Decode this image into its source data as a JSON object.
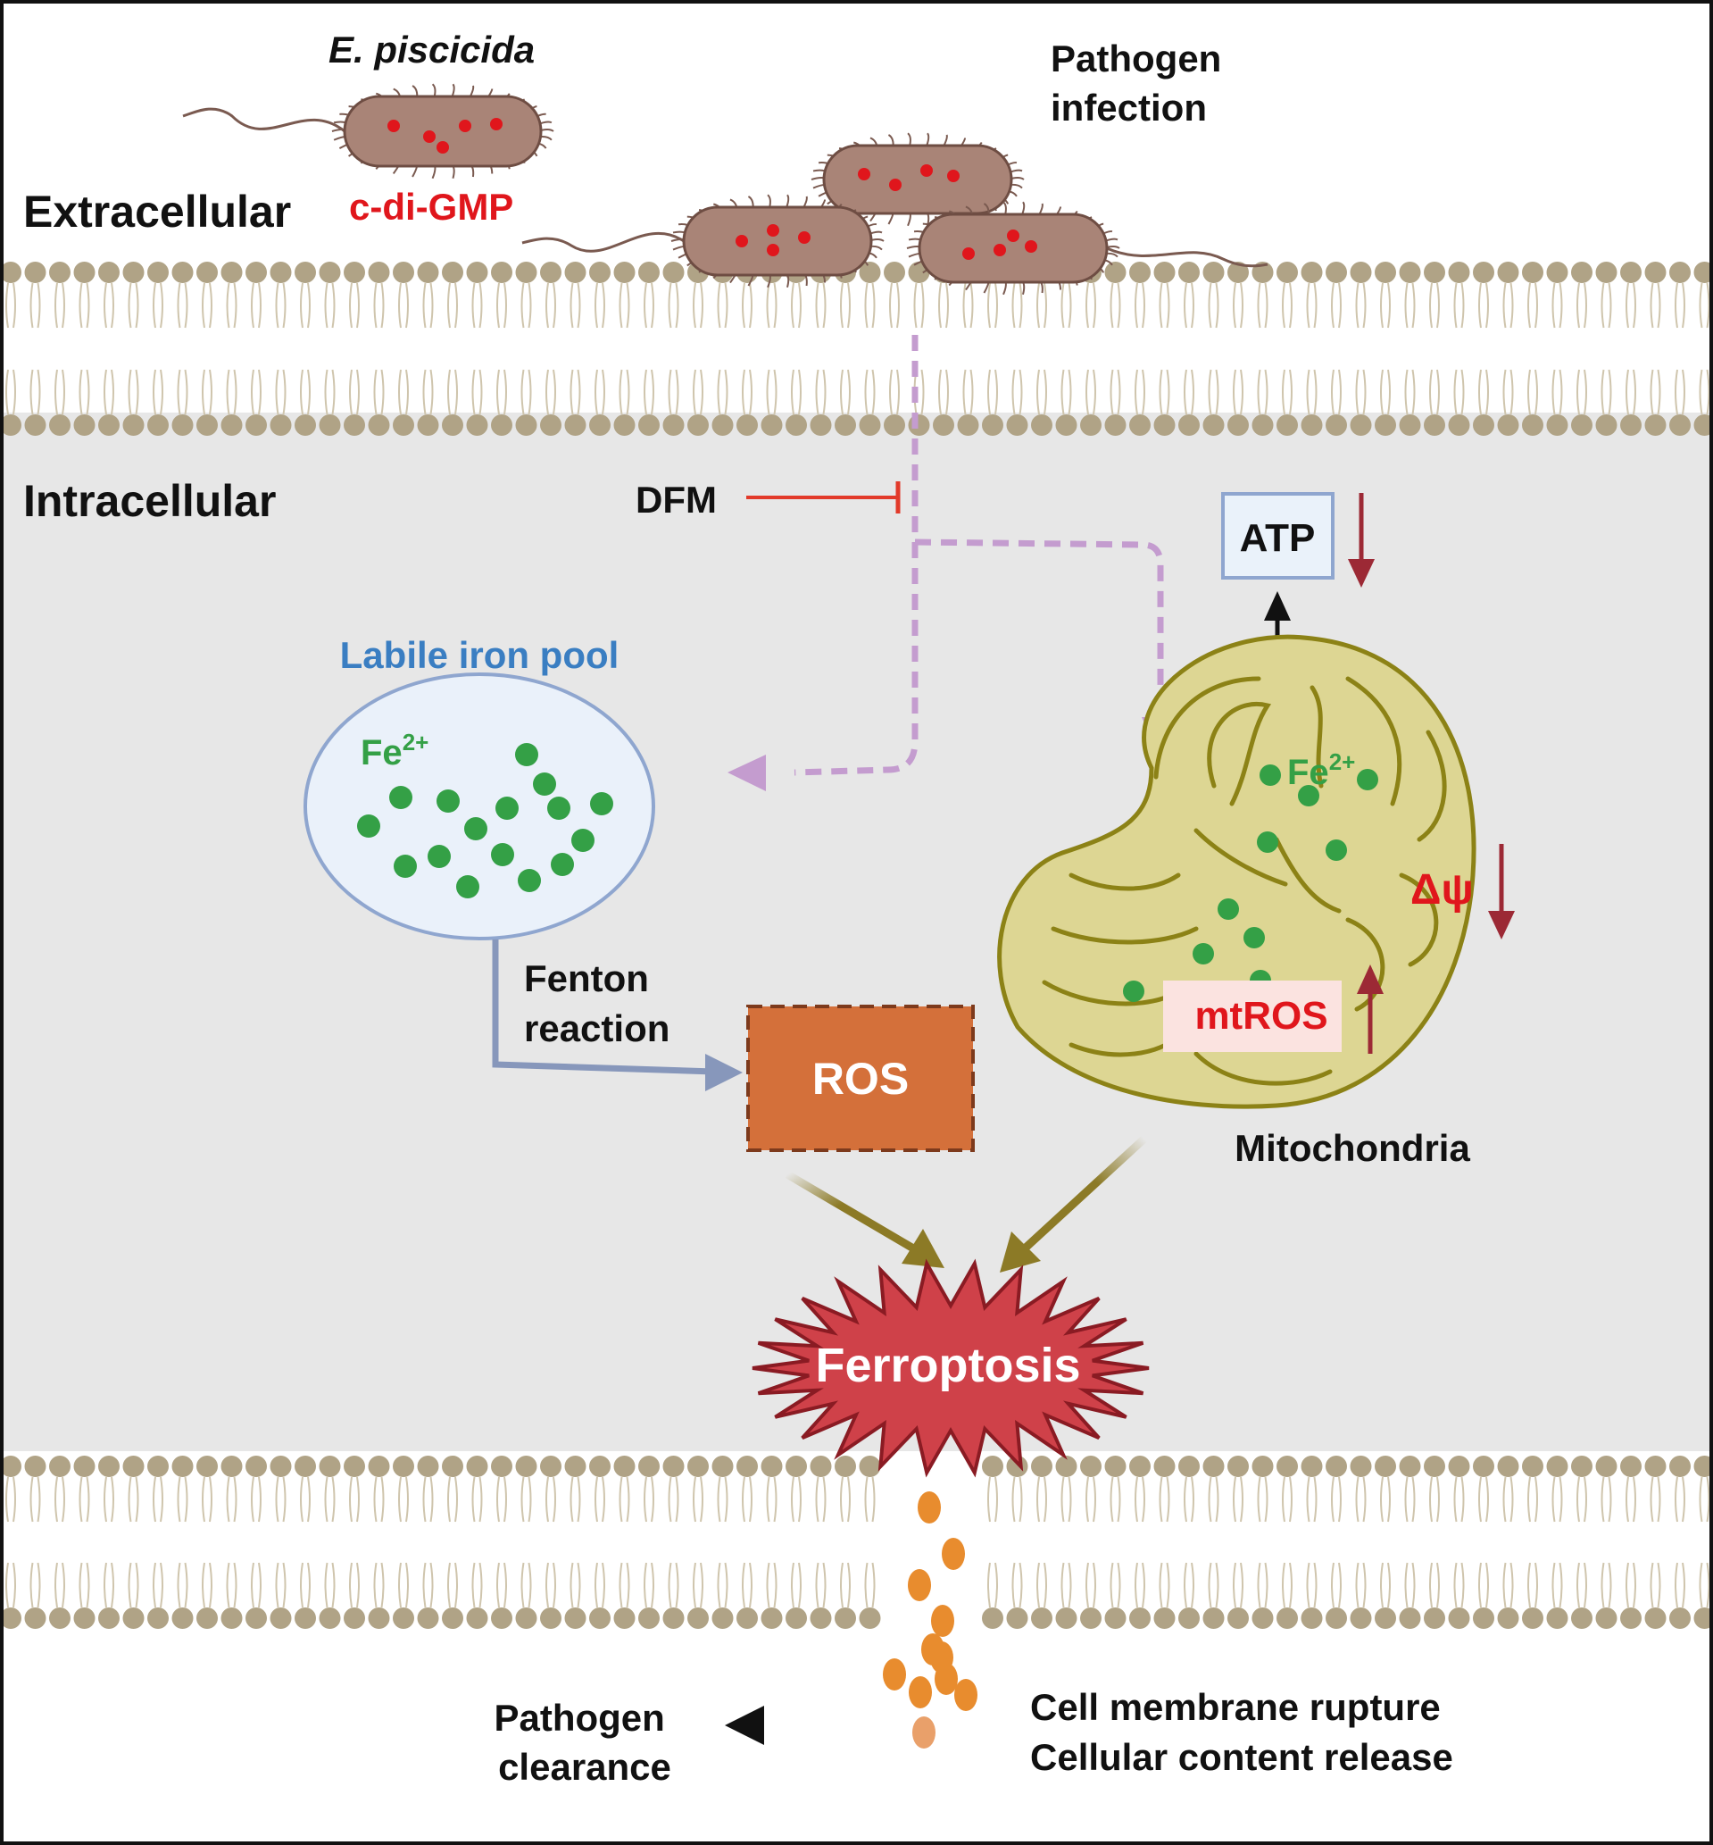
{
  "labels": {
    "bacterium_name": "E. piscicida",
    "signal_molecule": "c-di-GMP",
    "pathogen_infection_line1": "Pathogen",
    "pathogen_infection_line2": "infection",
    "extracellular": "Extracellular",
    "intracellular": "Intracellular",
    "inhibitor": "DFM",
    "atp": "ATP",
    "labile_iron_pool": "Labile iron pool",
    "iron_ion_base": "Fe",
    "iron_ion_charge": "2+",
    "membrane_potential": "Δψ",
    "mtros": "mtROS",
    "fenton_line1": "Fenton",
    "fenton_line2": "reaction",
    "ros": "ROS",
    "mitochondria": "Mitochondria",
    "ferroptosis": "Ferroptosis",
    "rupture_line1": "Cell membrane rupture",
    "rupture_line2": "Cellular content release",
    "clearance_line1": "Pathogen",
    "clearance_line2": "clearance"
  },
  "colors": {
    "cytoplasm": "#e7e7e7",
    "lipid_head": "#b0a386",
    "lipid_tail": "#cfc5ad",
    "bacterium_body": "#a98477",
    "bacterium_outline": "#6e4d43",
    "flagellum": "#7a5a50",
    "red_text": "#e0161c",
    "pathway_dashed": "#c49ccf",
    "inhibitor_line": "#e23a2a",
    "atp_box_fill": "#eaf2fa",
    "atp_box_border": "#8fa6cf",
    "down_arrow": "#9c2935",
    "iron_pool_fill": "#eaf1fa",
    "iron_pool_border": "#8fa6cf",
    "iron_label": "#3a7ec2",
    "iron_dot": "#34a046",
    "fenton_arrow": "#8797bb",
    "ros_box": "#d4703a",
    "ros_border": "#7d3a1c",
    "mito_fill": "#ddd693",
    "mito_border": "#8c8216",
    "mtros_box": "#fbe3e0",
    "olive_arrow": "#8c7a26",
    "ferroptosis_fill": "#cf4149",
    "ferroptosis_border": "#8a1b23",
    "content_drop": "#e88c2e",
    "content_drop_faded": "#e9a06a"
  },
  "icons": [
    "bacterium-icon",
    "phospholipid-bilayer-icon",
    "mitochondrion-icon",
    "starburst-icon",
    "iron-ion-icon"
  ]
}
